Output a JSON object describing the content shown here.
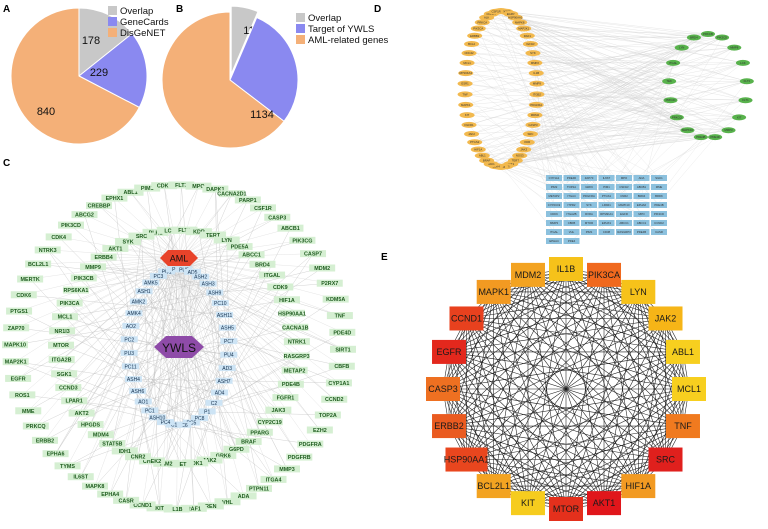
{
  "panels": {
    "A": "A",
    "B": "B",
    "C": "C",
    "D": "D",
    "E": "E"
  },
  "colors": {
    "overlap": "#c8c8c8",
    "genecards": "#8a89f0",
    "disgenet": "#f4b078",
    "target_ywls": "#8a89f0",
    "aml_related": "#f4b078",
    "compound_node": "#cde4f5",
    "target_node": "#d5efd2",
    "aml_hex": "#e8432a",
    "ywls_hex": "#8e4ba8",
    "d_orange": "#f2b94e",
    "d_green": "#58b24c",
    "d_blue": "#8cc1de"
  },
  "pieA": {
    "slices": [
      {
        "label": "Overlap",
        "value": 178,
        "color": "#c8c8c8"
      },
      {
        "label": "GeneCards",
        "value": 229,
        "color": "#8a89f0"
      },
      {
        "label": "DisGeNET",
        "value": 840,
        "color": "#f4b078"
      }
    ]
  },
  "pieB": {
    "slices": [
      {
        "label": "Overlap",
        "value": 113,
        "color": "#c8c8c8"
      },
      {
        "label": "Target of YWLS",
        "value": 508,
        "color": "#8a89f0"
      },
      {
        "label": "AML-related genes",
        "value": 1134,
        "color": "#f4b078"
      }
    ]
  },
  "panelC": {
    "center_top": "AML",
    "center_main": "YWLS",
    "inner_nodes": [
      "PU1",
      "P2",
      "PU5",
      "AD5",
      "ASH2",
      "ASH3",
      "ASH9",
      "PC10",
      "ASH11",
      "ASH5",
      "PC7",
      "PU4",
      "AD3",
      "ASH7",
      "AD4",
      "C2",
      "P1",
      "PC8",
      "PC5",
      "PC6",
      "C1",
      "PC4",
      "ASH10",
      "PC1",
      "AO1",
      "ASH6",
      "ASH4",
      "PC11",
      "PU3",
      "PC2",
      "AO2",
      "AMK4",
      "AMK2",
      "ASH1",
      "AMK5",
      "PC3"
    ],
    "outer_nodes": [
      "ABL1",
      "PIM1",
      "CDK1",
      "FLT3",
      "MPO",
      "DAPK1",
      "CACNA2D1",
      "PARP1",
      "CSF1R",
      "CASP3",
      "ABCB1",
      "PIK3CG",
      "CASP7",
      "MDM2",
      "P2RX7",
      "KDM5A",
      "TNF",
      "PDE4D",
      "SIRT1",
      "CBFB",
      "CYP1A1",
      "CCND2",
      "TOP2A",
      "EZH2",
      "PDGFRA",
      "PDGFRB",
      "MMP3",
      "ITGA4",
      "PTPN11",
      "ADA",
      "VHL",
      "REN",
      "RAF1",
      "IL1B",
      "KIT",
      "CCND1",
      "CASR",
      "EPHA4",
      "MAPK8",
      "IL6ST",
      "TYMS",
      "EPHA6",
      "ERBB2",
      "PRKCQ",
      "MME",
      "ROS1",
      "EGFR",
      "MAP2K1",
      "MAPK10",
      "ZAP70",
      "PTGS1",
      "CDK6",
      "MERTK",
      "BCL2L1",
      "NTRK3",
      "CDK4",
      "PIK3CD",
      "ABCG2",
      "CREBBP",
      "EPHX1"
    ],
    "mid_nodes": [
      "PLK1",
      "LCK",
      "FLT1",
      "KDR",
      "TERT",
      "LYN",
      "PDE5A",
      "ABCC1",
      "BRD4",
      "ITGAL",
      "CDK9",
      "HIF1A",
      "HSP90AA1",
      "CACNA1B",
      "NTRK1",
      "RASGRP3",
      "METAP2",
      "PDE4B",
      "FGFR1",
      "JAK3",
      "CYP2C19",
      "PPARG",
      "BRAF",
      "G6PD",
      "GRK6",
      "JAK2",
      "CDK1",
      "MET",
      "PIM2",
      "CHEK2",
      "CNR2",
      "IDH1",
      "STAT5B",
      "MDM4",
      "HPGDS",
      "AKT2",
      "LPAR1",
      "CCND3",
      "SGK1",
      "ITGA2B",
      "MTOR",
      "NR1I3",
      "MCL1",
      "PIK3CA",
      "RPS6KA1",
      "PIK3CB",
      "MMP9",
      "ERBB4",
      "AKT1",
      "SYK",
      "SRC"
    ]
  },
  "panelD": {
    "orange_nodes": [
      "PPARG",
      "PIK3CB",
      "EGFR",
      "HSP90AA1",
      "MAPK8",
      "MAP2K1",
      "RAF1",
      "IGF1R",
      "SYK",
      "MMP2",
      "IL1B",
      "MMP9",
      "ITGB2",
      "PDGFRA",
      "MDM2",
      "CASP3",
      "SRC",
      "KDR",
      "JAK3",
      "NOS3",
      "TERT",
      "AKT1",
      "CDK6",
      "MTOR",
      "CDK4",
      "JAK1",
      "BRAF",
      "ABL1",
      "HIF1A",
      "PTGS2",
      "JAK2",
      "FGFR1",
      "KIT",
      "MAPK1",
      "TNF",
      "ESR1",
      "RPS6KA3",
      "MCL1",
      "CDC42",
      "BCL2",
      "ERBB2",
      "PIK3CA",
      "PRKCA",
      "ALK",
      "CCND1",
      "CSF1R"
    ],
    "green_nodes": [
      "PRKCB",
      "PIK3CD",
      "MMP8",
      "LCK",
      "FLT3",
      "FLT1",
      "KIT",
      "MMP3",
      "PDE4D",
      "PDE4B",
      "MAPK10",
      "PRKCQ",
      "PRKCD",
      "TEK",
      "ITGAL",
      "LYN",
      "BRD4"
    ],
    "blue_nodes": [
      "CYP1A1",
      "PDE4D",
      "ZAP70",
      "IL6ST",
      "MPO",
      "ADA",
      "SGK1",
      "PIM2",
      "TOP2A",
      "GRK6",
      "PIM1",
      "CSF1R",
      "ABCB1",
      "MME",
      "METAP2",
      "ITGA4",
      "PDGFRA",
      "PTGS1",
      "CNR2",
      "BRD4",
      "BRDK",
      "CYP2C19",
      "ITPR2",
      "SYK",
      "LPAR1",
      "MAPK10",
      "EPHA6",
      "PDE4B",
      "CDK9",
      "ITGA2B",
      "RXRA",
      "RPS6KA1",
      "EGFR",
      "MPO",
      "PIK3CD",
      "MMP3",
      "CBFB",
      "MTOR",
      "EPHX1",
      "ABCC1",
      "ABCC1",
      "CCND2",
      "ITGAL",
      "VHL",
      "PIM1",
      "CD38",
      "RASGRP3",
      "PDE4B",
      "CASR",
      "EPHA4",
      "PDE4"
    ]
  },
  "panelE": {
    "nodes": [
      {
        "label": "IL1B",
        "color": "#f6c21a"
      },
      {
        "label": "PIK3CA",
        "color": "#f0691e"
      },
      {
        "label": "LYN",
        "color": "#f6c21a"
      },
      {
        "label": "JAK2",
        "color": "#f6b517"
      },
      {
        "label": "ABL1",
        "color": "#f7cf1f"
      },
      {
        "label": "MCL1",
        "color": "#f7cf1f"
      },
      {
        "label": "TNF",
        "color": "#f07a1f"
      },
      {
        "label": "SRC",
        "color": "#e0201d"
      },
      {
        "label": "HIF1A",
        "color": "#f29a22"
      },
      {
        "label": "AKT1",
        "color": "#e0161b"
      },
      {
        "label": "MTOR",
        "color": "#e4301c"
      },
      {
        "label": "KIT",
        "color": "#f6cc1e"
      },
      {
        "label": "BCL2L1",
        "color": "#f3a321"
      },
      {
        "label": "HSP90AA1",
        "color": "#e9461e"
      },
      {
        "label": "ERBB2",
        "color": "#ea5b20"
      },
      {
        "label": "CASP3",
        "color": "#ee7021"
      },
      {
        "label": "EGFR",
        "color": "#e3281d"
      },
      {
        "label": "CCND1",
        "color": "#e8411e"
      },
      {
        "label": "MAPK1",
        "color": "#f29a22"
      },
      {
        "label": "MDM2",
        "color": "#f3a321"
      }
    ]
  }
}
